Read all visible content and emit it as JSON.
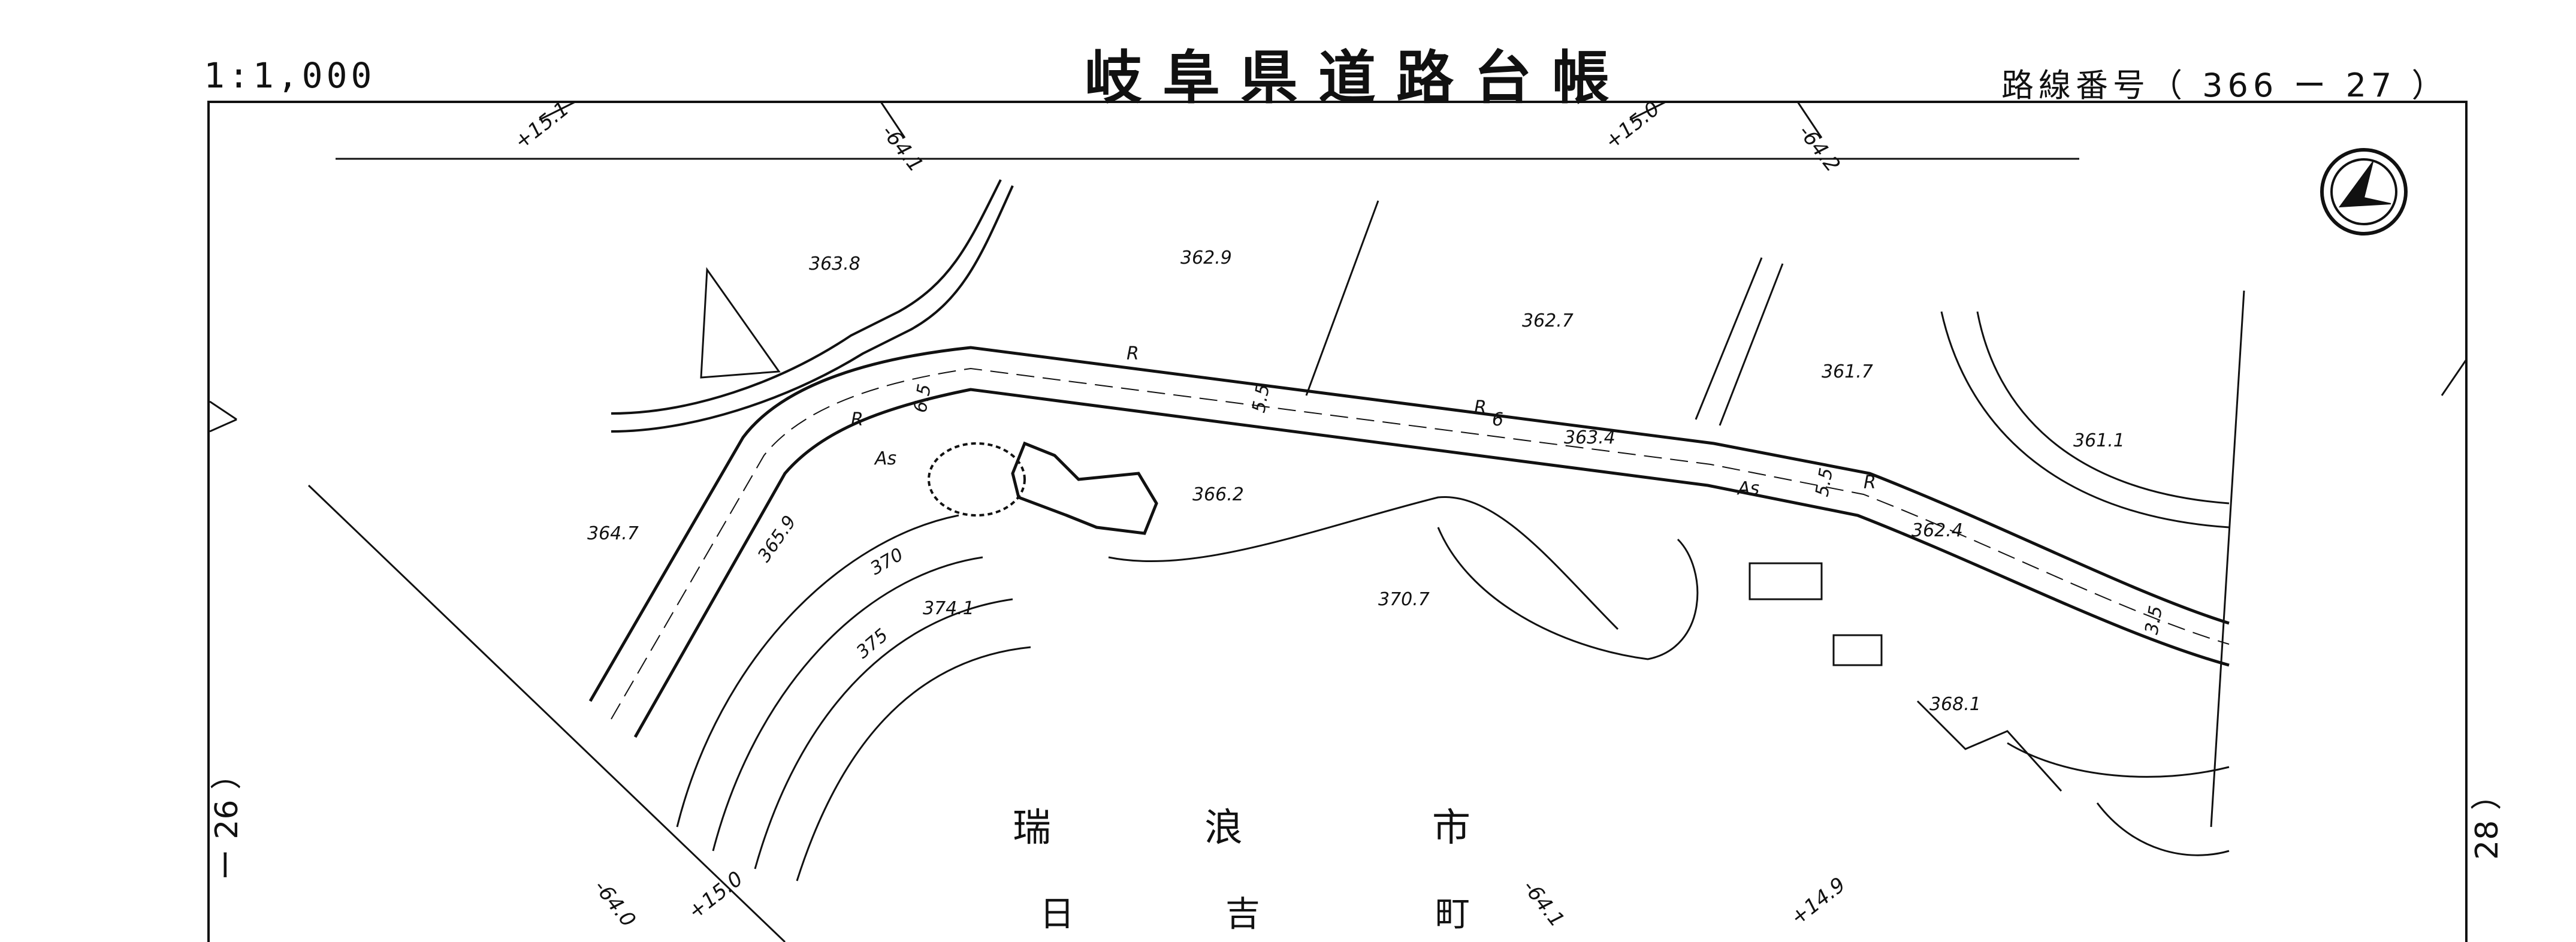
{
  "header": {
    "scale": "1:1,000",
    "title": "岐阜県道路台帳",
    "route_number": "路線番号（ 366 ー 27 ）"
  },
  "sheet_links": {
    "left": "ー 26 ）",
    "right": "28 ）"
  },
  "place": {
    "chars_row1": [
      "瑞",
      "浪",
      "市"
    ],
    "chars_row2": [
      "日",
      "吉",
      "町"
    ]
  },
  "coordinate_ticks": {
    "top_1": "+15.1",
    "top_2": "-64.1",
    "top_3": "+15.0",
    "top_4": "-64.2",
    "bottom_1": "-64.0",
    "bottom_2": "+15.0",
    "bottom_3": "-64.1",
    "bottom_4": "+14.9"
  },
  "elevations": {
    "e1": "363.8",
    "e2": "362.9",
    "e3": "362.7",
    "e4": "361.7",
    "e5": "361.1",
    "e6": "364.7",
    "e7": "365.9",
    "e8": "366.2",
    "e9": "363.4",
    "e10": "362.4",
    "e11": "370.7",
    "e12": "374.1",
    "e13": "368.1",
    "c370": "370",
    "c375": "375"
  },
  "road_labels": {
    "r": "R",
    "as": "As",
    "six": "6",
    "five5": "5.5",
    "three5": "3.5",
    "six5": "6.5"
  },
  "icons": {
    "north_arrow": "north-arrow-icon"
  },
  "colors": {
    "ink": "#111111",
    "paper": "#ffffff"
  }
}
